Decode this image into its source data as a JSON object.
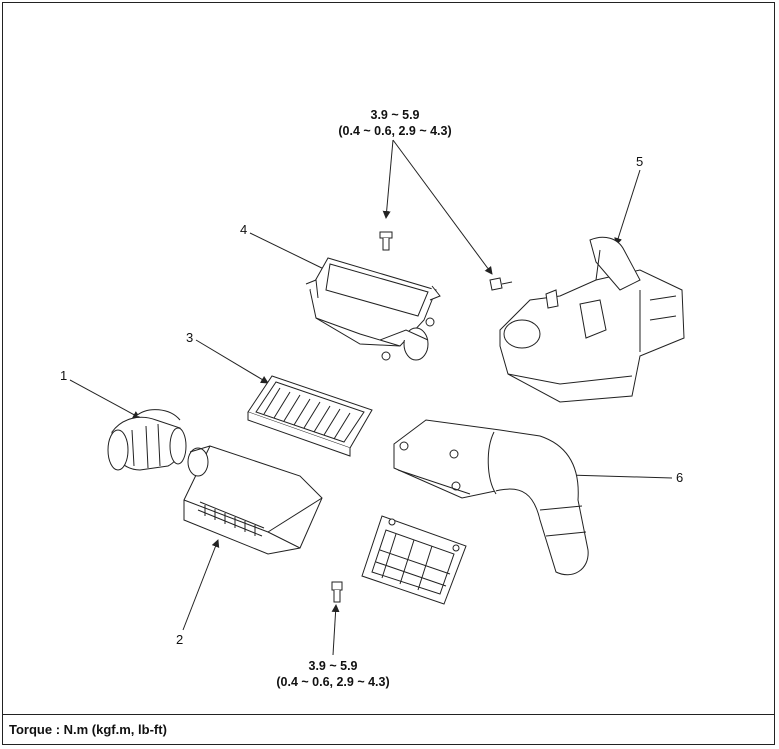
{
  "torque_top": {
    "line1": "3.9 ~ 5.9",
    "line2": "(0.4 ~ 0.6, 2.9 ~ 4.3)"
  },
  "torque_bottom": {
    "line1": "3.9 ~ 5.9",
    "line2": "(0.4 ~ 0.6, 2.9 ~ 4.3)"
  },
  "callouts": [
    "1",
    "2",
    "3",
    "4",
    "5",
    "6"
  ],
  "footer": "Torque : N.m (kgf.m, lb-ft)",
  "colors": {
    "line": "#222222",
    "fill": "#ffffff",
    "shade": "#cfcfcf"
  }
}
